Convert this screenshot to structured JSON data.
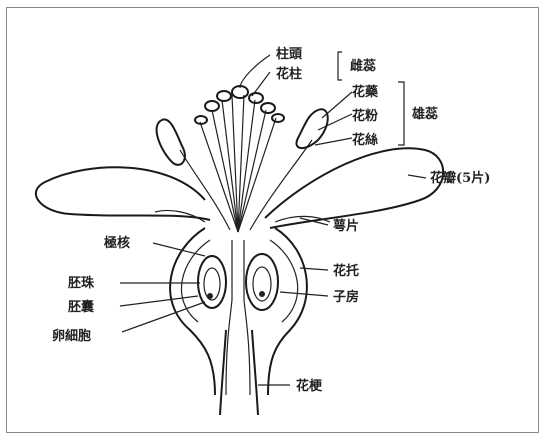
{
  "labels": {
    "stigma": "柱頭",
    "style": "花柱",
    "pistil": "雌蕊",
    "anther": "花藥",
    "pollen": "花粉",
    "filament": "花絲",
    "stamen": "雄蕊",
    "petal": "花瓣(5片)",
    "sepal": "萼片",
    "receptacle": "花托",
    "ovary": "子房",
    "polar_nuclei": "極核",
    "ovule": "胚珠",
    "embryo_sac": "胚囊",
    "egg_cell": "卵細胞",
    "pedicel": "花梗"
  }
}
